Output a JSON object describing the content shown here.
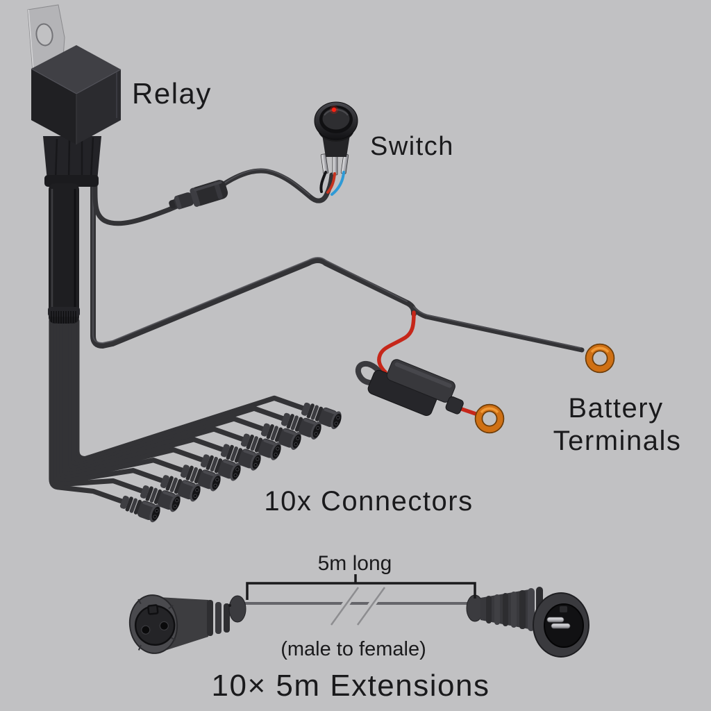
{
  "labels": {
    "relay": "Relay",
    "switch": "Switch",
    "battery_line1": "Battery",
    "battery_line2": "Terminals",
    "connectors": "10x Connectors",
    "extension_length": "5m long",
    "extension_gender": "(male to female)",
    "extension_title": "10× 5m Extensions"
  },
  "counts": {
    "connectors": 10,
    "extensions": 10,
    "extension_length_m": 5
  },
  "colors": {
    "background": "#c1c1c3",
    "text": "#1a1a1c",
    "cable_dark": "#333336",
    "wire_red": "#c6271a",
    "wire_blue": "#2f9ad6",
    "ring_terminal_orange": "#cf7014",
    "switch_indicator_red": "#ff2012"
  }
}
